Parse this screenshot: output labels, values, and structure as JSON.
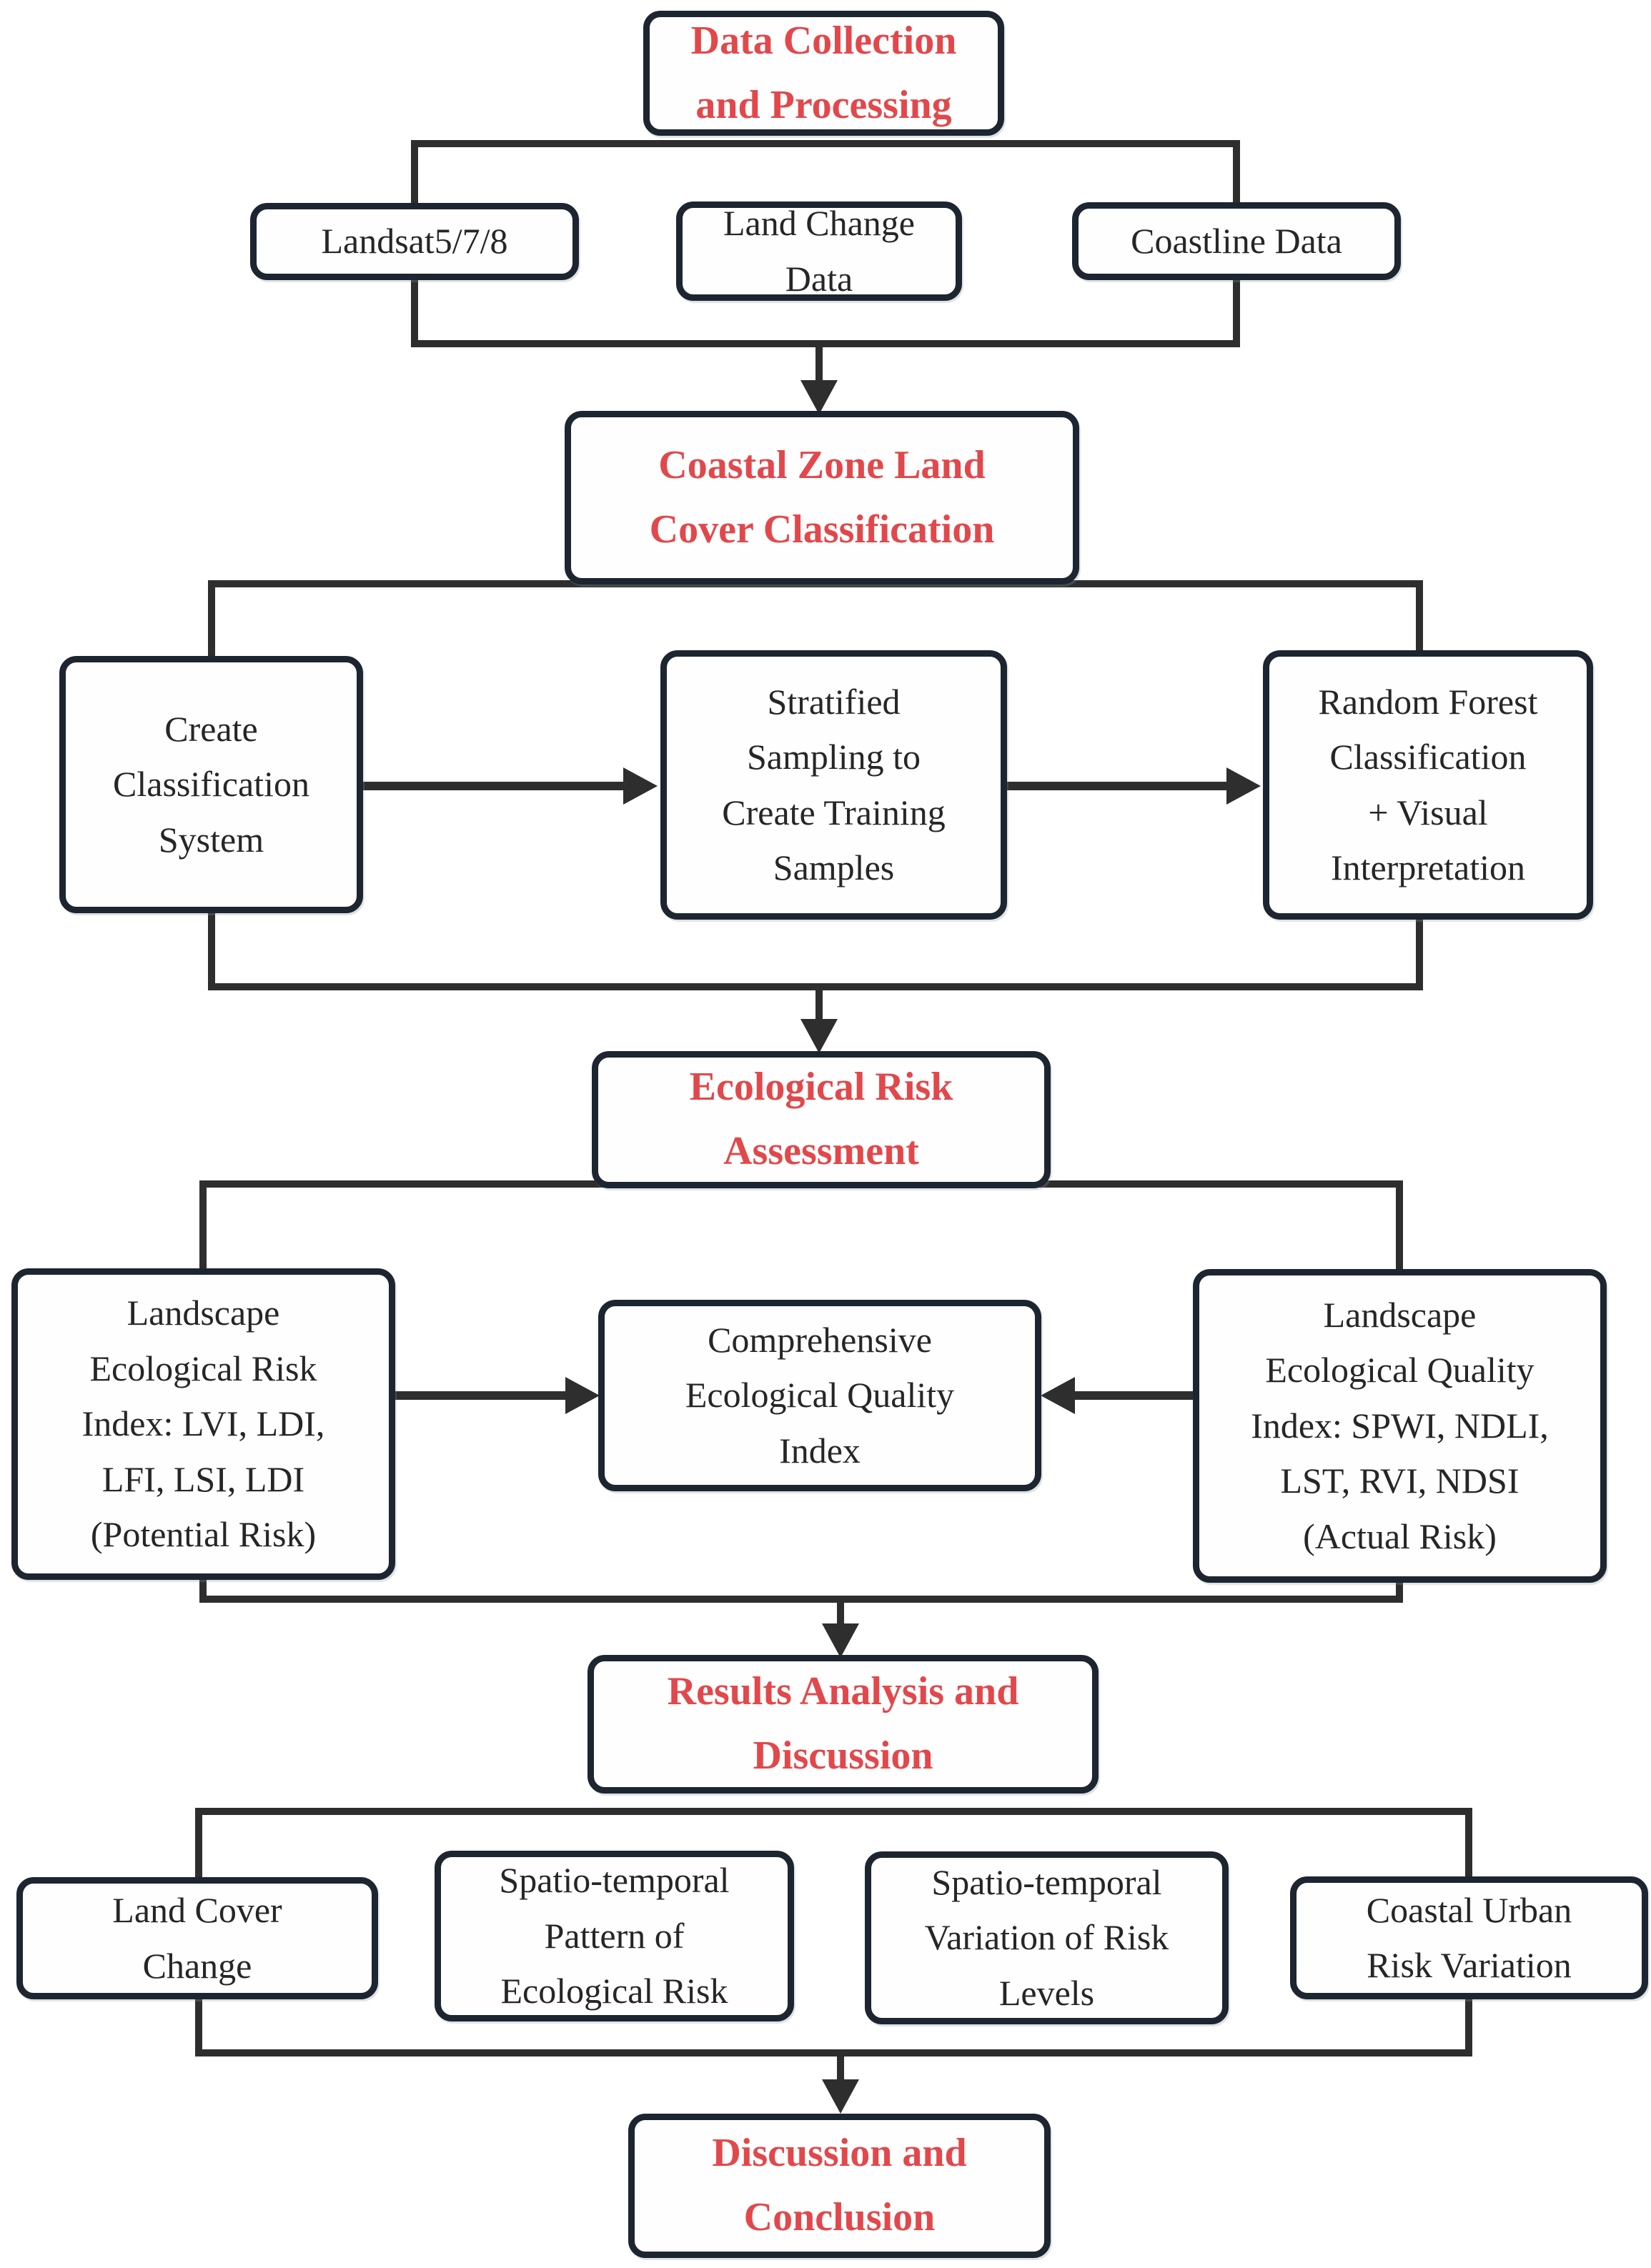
{
  "title": "Coastal zone ecological risk assessment workflow flowchart",
  "colors": {
    "stage_text": "#e2484b",
    "node_text": "#262626",
    "box_border": "#1c2530",
    "connector": "#2e2e2e",
    "background": "#ffffff"
  },
  "nodes": {
    "data_collection": {
      "label": "Data Collection\nand Processing"
    },
    "landsat": {
      "label": "Landsat5/7/8"
    },
    "land_change": {
      "label": "Land Change\nData"
    },
    "coastline": {
      "label": "Coastline Data"
    },
    "coastal_zone": {
      "label": "Coastal Zone Land\nCover Classification"
    },
    "create_system": {
      "label": "Create\nClassification\nSystem"
    },
    "stratified_sampling": {
      "label": "Stratified\nSampling to\nCreate Training\nSamples"
    },
    "random_forest": {
      "label": "Random Forest\nClassification\n+ Visual\nInterpretation"
    },
    "risk_assessment": {
      "label": "Ecological Risk\nAssessment"
    },
    "risk_index": {
      "label": "Landscape\nEcological Risk\nIndex: LVI, LDI,\nLFI, LSI, LDI\n(Potential Risk)"
    },
    "comprehensive_index": {
      "label": "Comprehensive\nEcological Quality\nIndex"
    },
    "quality_index": {
      "label": "Landscape\nEcological Quality\nIndex: SPWI, NDLI,\nLST, RVI, NDSI\n(Actual Risk)"
    },
    "results": {
      "label": "Results Analysis and\nDiscussion"
    },
    "land_cover_change": {
      "label": "Land Cover\nChange"
    },
    "st_pattern": {
      "label": "Spatio-temporal\nPattern of\nEcological Risk"
    },
    "st_variation": {
      "label": "Spatio-temporal\nVariation of Risk\nLevels"
    },
    "coastal_urban": {
      "label": "Coastal Urban\nRisk Variation"
    },
    "conclusion": {
      "label": "Discussion and\nConclusion"
    }
  }
}
